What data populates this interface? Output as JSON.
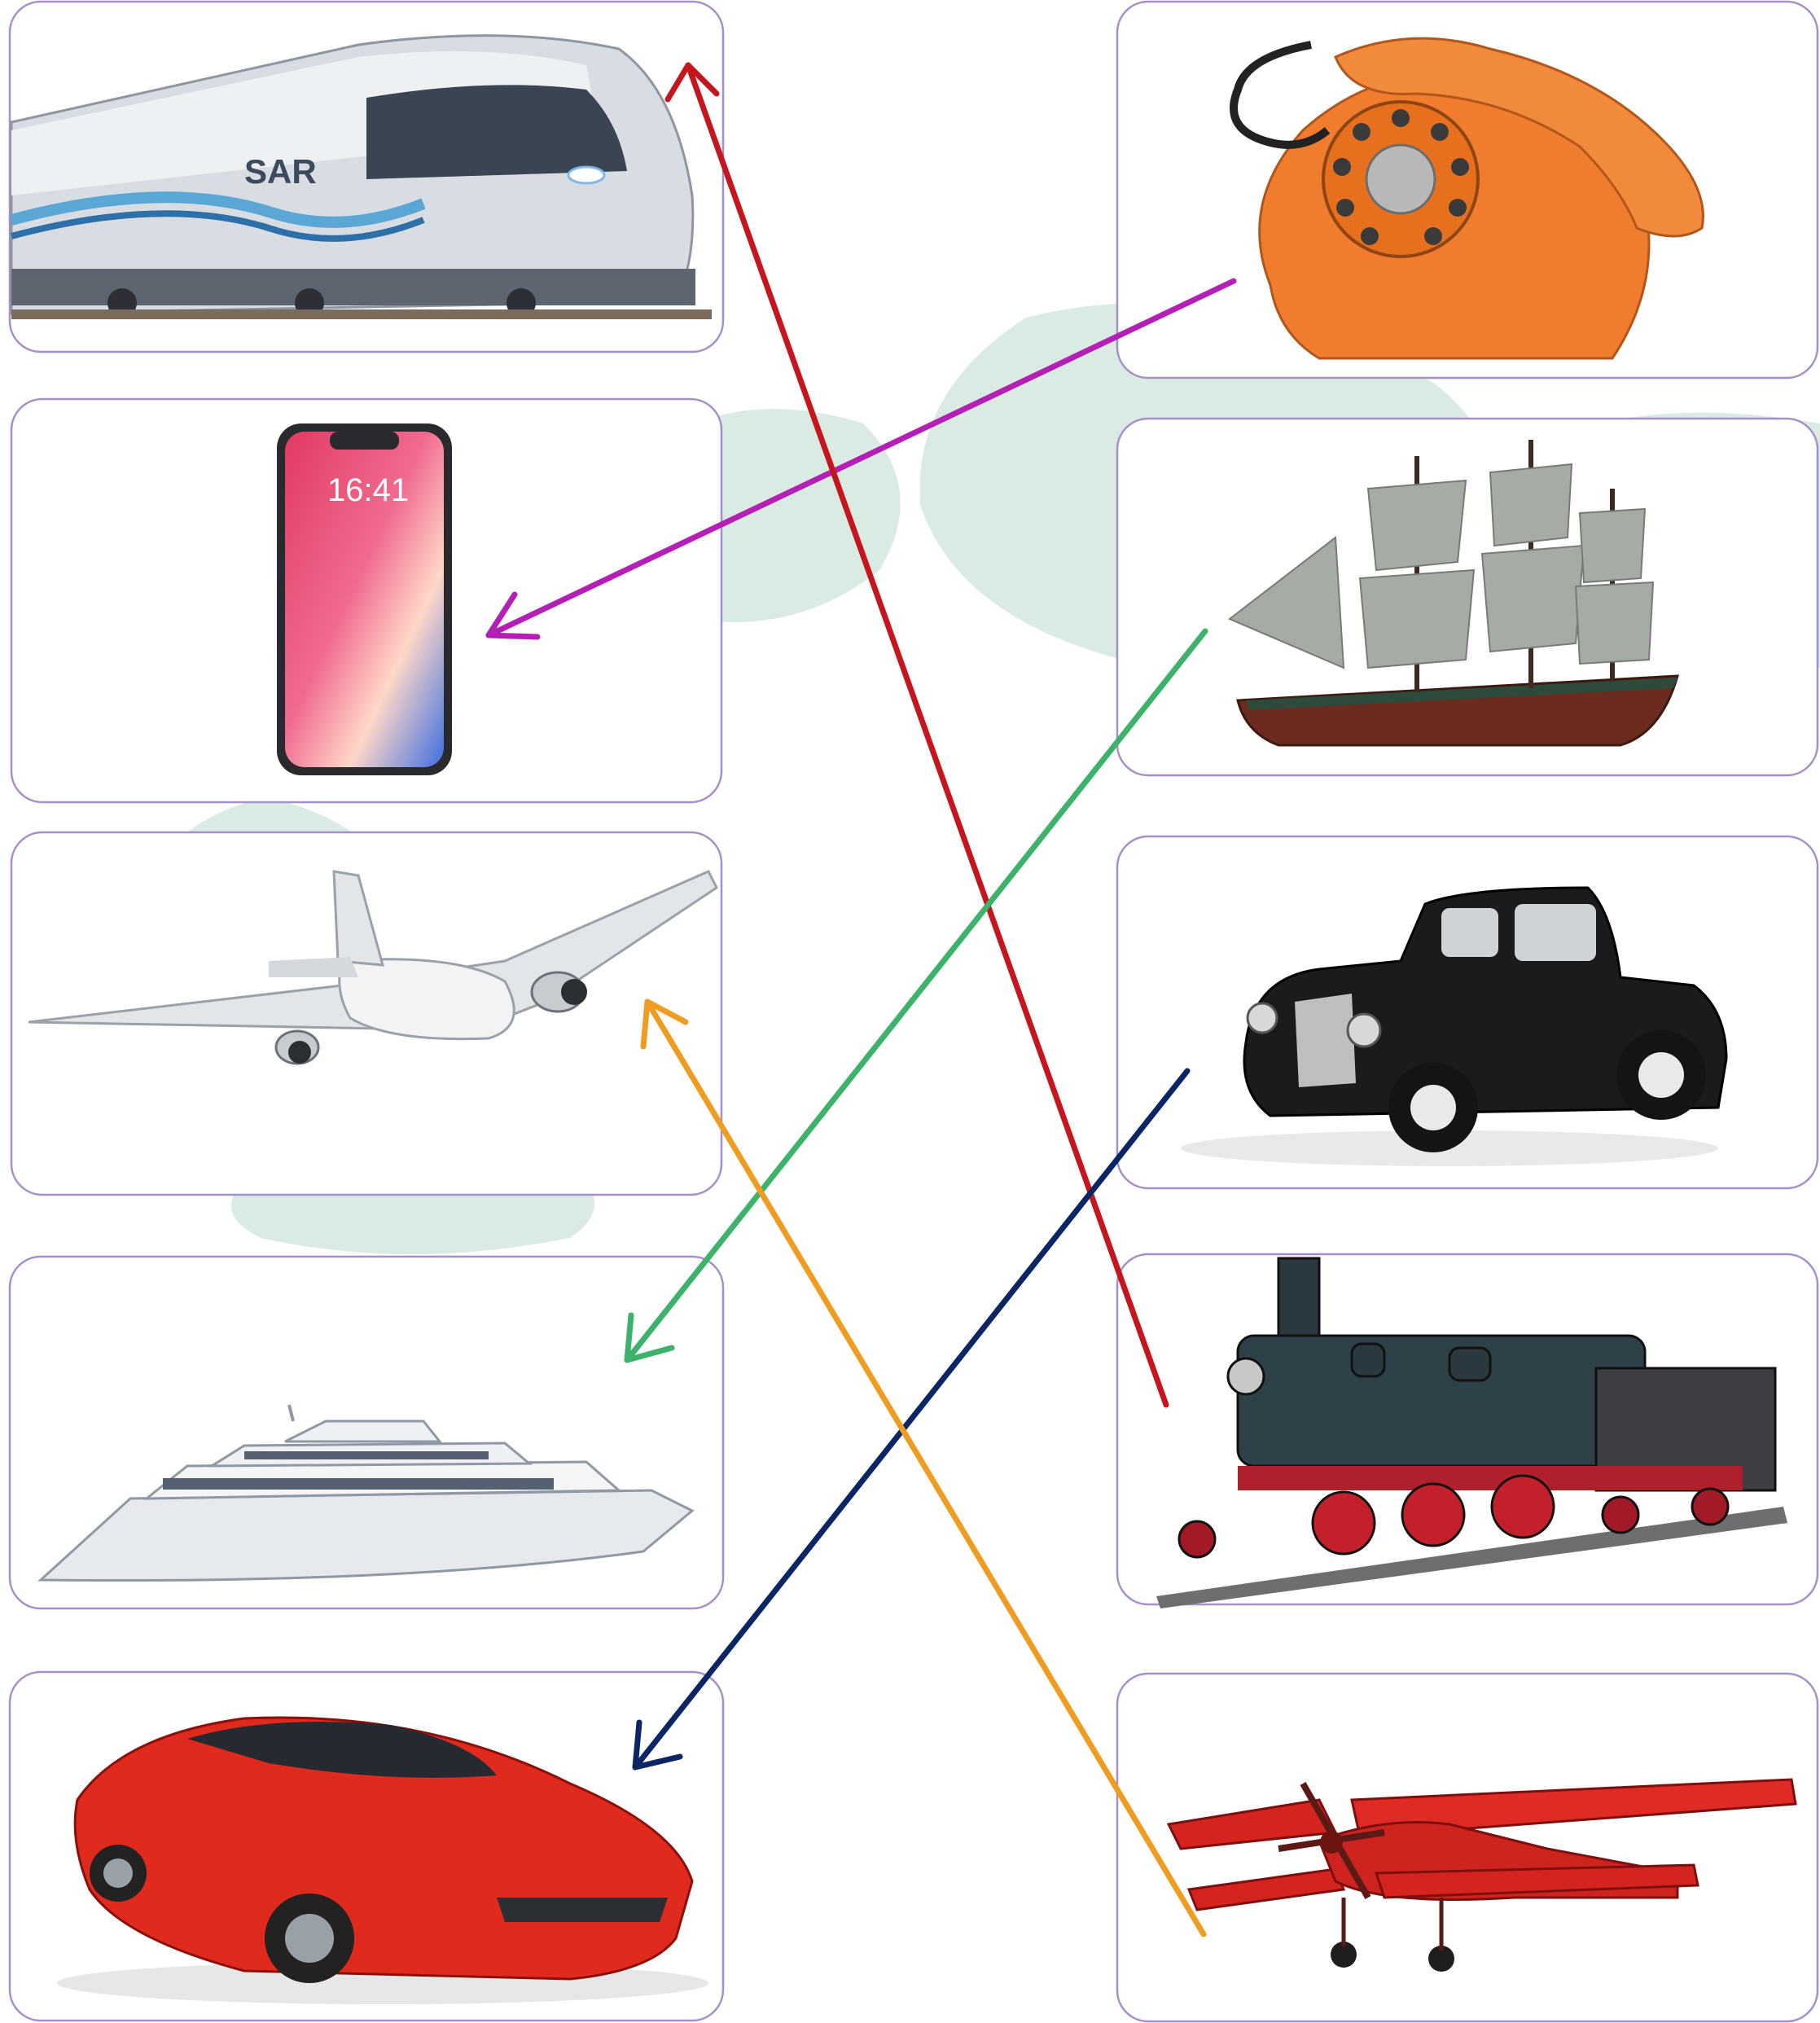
{
  "colors": {
    "card_border": "#a58fcb",
    "watermark": "#d9ebe3",
    "arrow_train": "#c4161c",
    "arrow_phone": "#b41fb5",
    "arrow_ship": "#3cb26a",
    "arrow_car": "#0b2565",
    "arrow_plane": "#ef9d22"
  },
  "left_cards": [
    {
      "id": "modern-train",
      "icon": "bullet-train-icon"
    },
    {
      "id": "smartphone",
      "icon": "smartphone-icon"
    },
    {
      "id": "jet-airplane",
      "icon": "jet-airplane-icon"
    },
    {
      "id": "yacht",
      "icon": "yacht-icon"
    },
    {
      "id": "sports-car",
      "icon": "sports-car-icon"
    }
  ],
  "right_cards": [
    {
      "id": "rotary-phone",
      "icon": "rotary-phone-icon"
    },
    {
      "id": "sailing-ship",
      "icon": "sailing-ship-icon"
    },
    {
      "id": "vintage-car",
      "icon": "vintage-car-icon"
    },
    {
      "id": "steam-locomotive",
      "icon": "steam-locomotive-icon"
    },
    {
      "id": "biplane",
      "icon": "biplane-icon"
    }
  ],
  "matches": [
    {
      "from": "rotary-phone",
      "to": "smartphone",
      "color": "#b41fb5"
    },
    {
      "from": "sailing-ship",
      "to": "yacht",
      "color": "#3cb26a"
    },
    {
      "from": "vintage-car",
      "to": "sports-car",
      "color": "#0b2565"
    },
    {
      "from": "steam-locomotive",
      "to": "modern-train",
      "color": "#c4161c"
    },
    {
      "from": "biplane",
      "to": "jet-airplane",
      "color": "#ef9d22"
    }
  ],
  "labels": {
    "train_logo": "SAR",
    "phone_time": "16:41"
  }
}
